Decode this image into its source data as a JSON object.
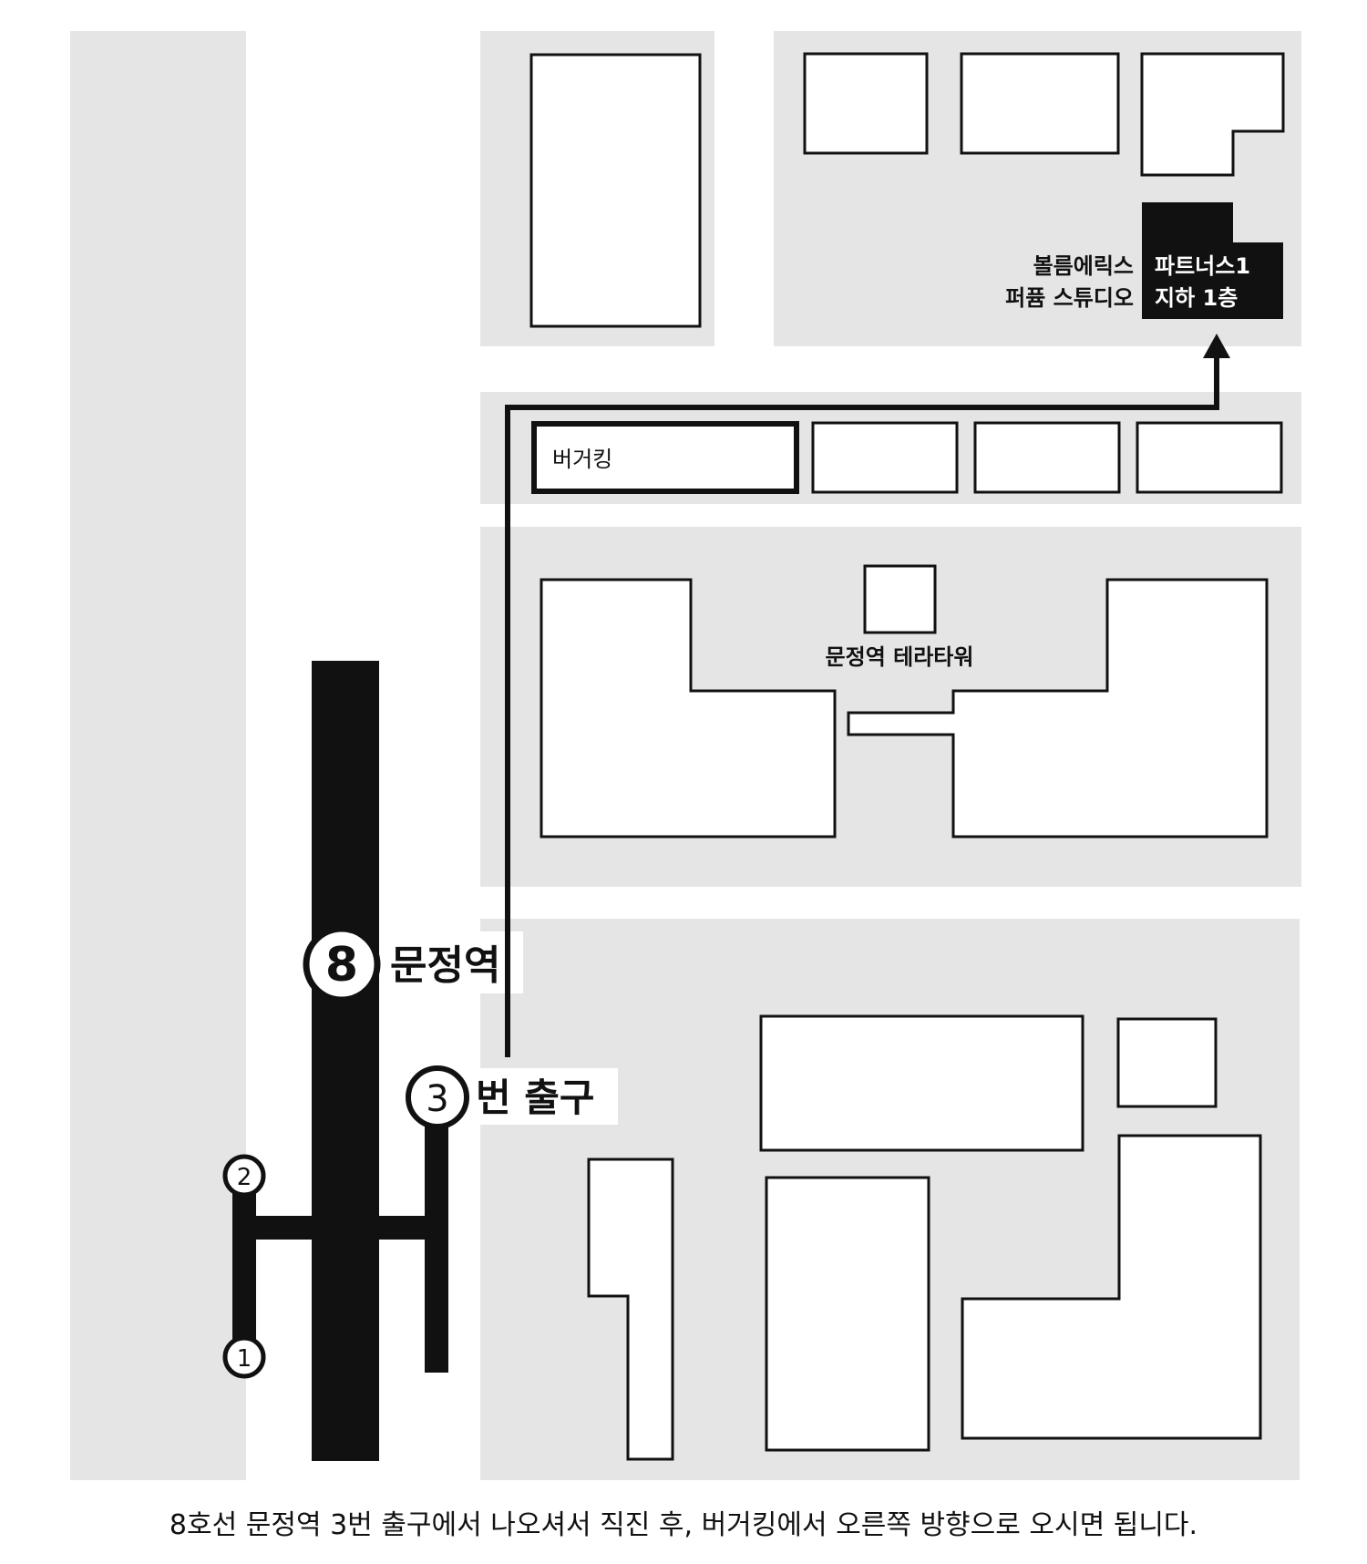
{
  "colors": {
    "block_fill": "#e5e5e5",
    "building_fill": "#ffffff",
    "line": "#111111",
    "background": "#ffffff"
  },
  "labels": {
    "destination_name_line1": "볼름에릭스",
    "destination_name_line2": "퍼퓸 스튜디오",
    "destination_building_line1": "파트너스1",
    "destination_building_line2": "지하 1층",
    "burger_king": "버거킹",
    "tower": "문정역 테라타워",
    "station_line_number": "8",
    "station_name": "문정역",
    "exit_number": "3",
    "exit_suffix": "번 출구",
    "exit_1": "1",
    "exit_2": "2"
  },
  "caption": "8호선 문정역 3번 출구에서 나오셔서 직진 후, 버거킹에서 오른쪽 방향으로 오시면 됩니다."
}
